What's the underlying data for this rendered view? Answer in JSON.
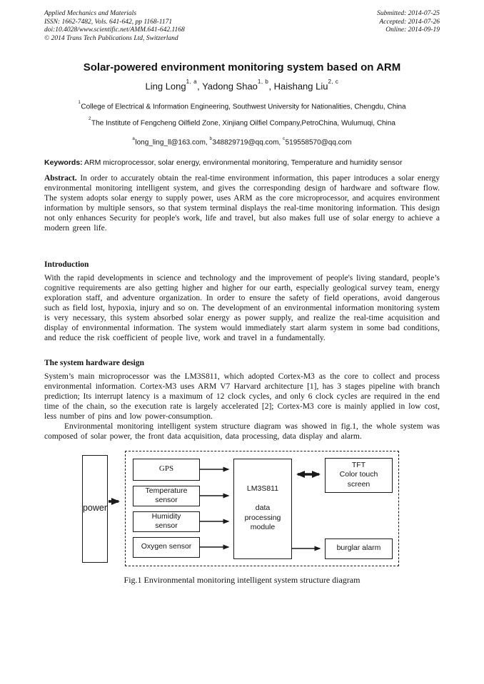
{
  "header": {
    "left_lines": [
      "Applied Mechanics and Materials",
      "ISSN: 1662-7482, Vols. 641-642, pp 1168-1171",
      "doi:10.4028/www.scientific.net/AMM.641-642.1168",
      "© 2014 Trans Tech Publications Ltd, Switzerland"
    ],
    "right_lines": [
      "Submitted: 2014-07-25",
      "Accepted: 2014-07-26",
      "Online: 2014-09-19"
    ]
  },
  "title": "Solar-powered environment monitoring system based on ARM",
  "authors": [
    {
      "sep": "",
      "name": "Ling Long",
      "sup": "1, a"
    },
    {
      "sep": ", ",
      "name": "Yadong Shao",
      "sup": "1, b"
    },
    {
      "sep": ", ",
      "name": "Haishang Liu",
      "sup": "2, c"
    }
  ],
  "affiliations": [
    {
      "sup": "1",
      "text": "College of Electrical & Information Engineering, Southwest University for Nationalities, Chengdu, China"
    },
    {
      "sup": "2",
      "text": "The Institute of Fengcheng Oilfield Zone, Xinjiang Oilfiel Company,PetroChina, Wulumuqi, China"
    }
  ],
  "emails": [
    {
      "sup": "a",
      "text": "long_ling_ll@163.com, "
    },
    {
      "sup": "b",
      "text": "348829719@qq.com, "
    },
    {
      "sup": "c",
      "text": "519558570@qq.com"
    }
  ],
  "keywords": {
    "label": "Keywords:",
    "text": " ARM microprocessor, solar energy, environmental monitoring, Temperature and humidity sensor"
  },
  "abstract": {
    "label": "Abstract.",
    "text": " In order to accurately obtain the real-time environment information, this paper introduces a solar energy environmental monitoring intelligent system, and gives the corresponding design of hardware and software flow. The system adopts solar energy to supply power, uses ARM as the core microprocessor, and acquires environment information by multiple sensors, so that system terminal displays the real-time monitoring information. This design not only enhances Security for people's work, life and travel, but also makes full use of solar energy to achieve a modern green life."
  },
  "sections": [
    {
      "heading": "Introduction",
      "paragraphs": [
        "With the rapid developments in science and technology and the improvement of people's living standard, people’s cognitive requirements are also getting higher and higher for our earth, especially geological survey team, energy exploration staff, and adventure organization. In order to ensure the safety of field operations, avoid dangerous such as field lost, hypoxia, injury and so on. The development of an environmental information monitoring system is very necessary, this system absorbed solar energy as power supply, and realize the real-time acquisition and display of environmental information. The system would immediately start alarm system in some bad conditions, and reduce the risk coefficient of people live, work and travel in a fundamentally."
      ]
    },
    {
      "heading": "The system hardware design",
      "paragraphs": [
        "System’s main microprocessor was the LM3S811, which adopted Cortex-M3 as the core to collect and process environmental information. Cortex-M3 uses ARM V7 Harvard architecture [1], has 3 stages pipeline with branch prediction; Its interrupt latency is a maximum of 12 clock cycles, and only 6 clock cycles are required in the end time of the chain, so the execution rate is largely accelerated [2]; Cortex-M3 core is mainly applied in low cost, less number of pins and low power-consumption.",
        "Environmental monitoring intelligent system structure diagram was showed in fig.1, the whole system was composed of solar power, the front data acquisition, data processing, data display and alarm."
      ]
    }
  ],
  "figure": {
    "boxes": {
      "power": "power",
      "gps": "GPS",
      "temperature": "Temperature\nsensor",
      "humidity": "Humidity\nsensor",
      "oxygen": "Oxygen sensor",
      "processor": "LM3S811\n\ndata\nprocessing\nmodule",
      "display": "TFT\nColor touch\nscreen",
      "alarm": "burglar alarm"
    },
    "caption": "Fig.1 Environmental monitoring intelligent system structure diagram"
  },
  "colors": {
    "ink": "#141414",
    "page": "#ffffff"
  }
}
